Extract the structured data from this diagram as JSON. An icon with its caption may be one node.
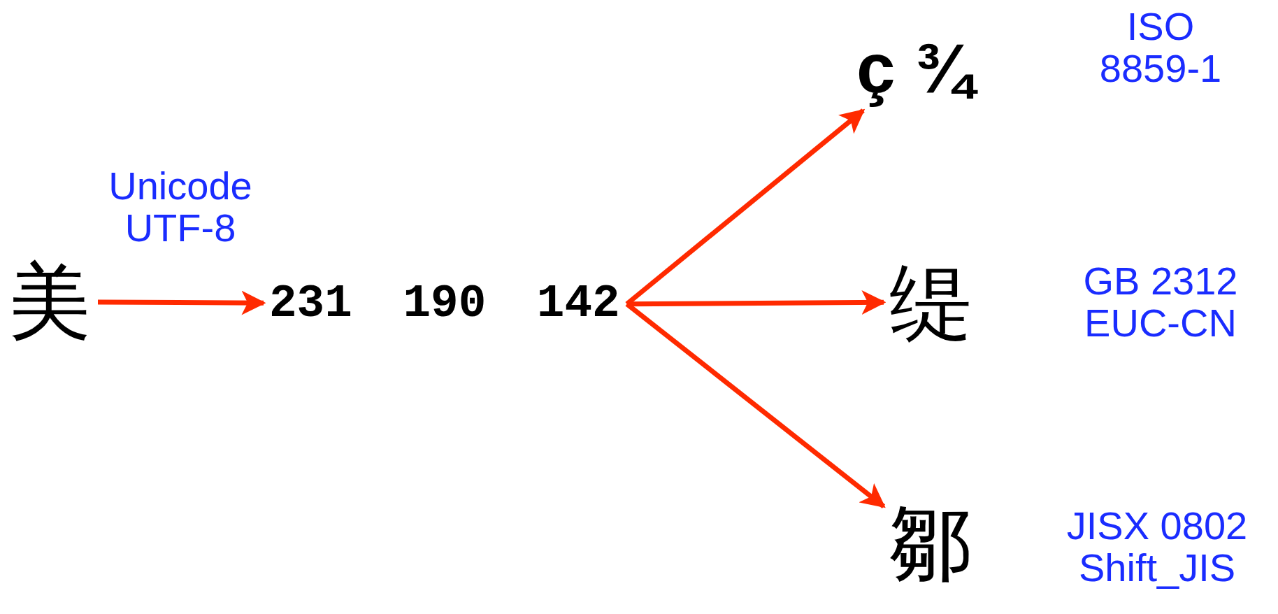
{
  "diagram": {
    "nodes": [
      {
        "text": [
          "美"
        ]
      },
      {
        "text": [
          "231 190 142"
        ]
      },
      {
        "text": [
          "ç ¾"
        ],
        "beside": [
          "ISO 8859-1"
        ]
      },
      {
        "text": [
          "缇"
        ],
        "beside": [
          "GB 2312 EUC-CN"
        ]
      },
      {
        "text": [
          "鄒"
        ],
        "beside": [
          "JISX 0802 Shift_JIS"
        ]
      }
    ],
    "edges": [
      {
        "from": 0,
        "to": 1,
        "arrow": "to",
        "label": "Unicode UTF-8"
      },
      {
        "from": 1,
        "to": 2,
        "arrow": "to"
      },
      {
        "from": 1,
        "to": 3,
        "arrow": "to"
      },
      {
        "from": 1,
        "to": 4,
        "arrow": "to"
      }
    ]
  }
}
